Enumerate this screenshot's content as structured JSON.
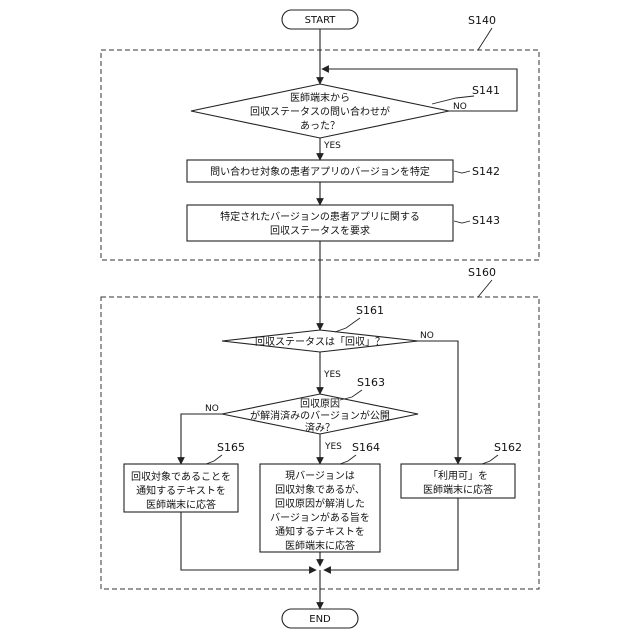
{
  "start": "START",
  "end": "END",
  "groups": {
    "s140": "S140",
    "s160": "S160"
  },
  "s141": {
    "id": "S141",
    "lines": [
      "医師端末から",
      "回収ステータスの問い合わせが",
      "あった？"
    ]
  },
  "s142": {
    "id": "S142",
    "text": "問い合わせ対象の患者アプリのバージョンを特定"
  },
  "s143": {
    "id": "S143",
    "lines": [
      "特定されたバージョンの患者アプリに関する",
      "回収ステータスを要求"
    ]
  },
  "s161": {
    "id": "S161",
    "text": "回収ステータスは「回収」？"
  },
  "s163": {
    "id": "S163",
    "lines": [
      "回収原因",
      "が解消済みのバージョンが公開",
      "済み？"
    ]
  },
  "s165": {
    "id": "S165",
    "lines": [
      "回収対象であることを",
      "通知するテキストを",
      "医師端末に応答"
    ]
  },
  "s164": {
    "id": "S164",
    "lines": [
      "現バージョンは",
      "回収対象であるが、",
      "回収原因が解消した",
      "バージョンがある旨を",
      "通知するテキストを",
      "医師端末に応答"
    ]
  },
  "s162": {
    "id": "S162",
    "lines": [
      "「利用可」を",
      "医師端末に応答"
    ]
  },
  "branch": {
    "yes": "YES",
    "no": "NO"
  }
}
